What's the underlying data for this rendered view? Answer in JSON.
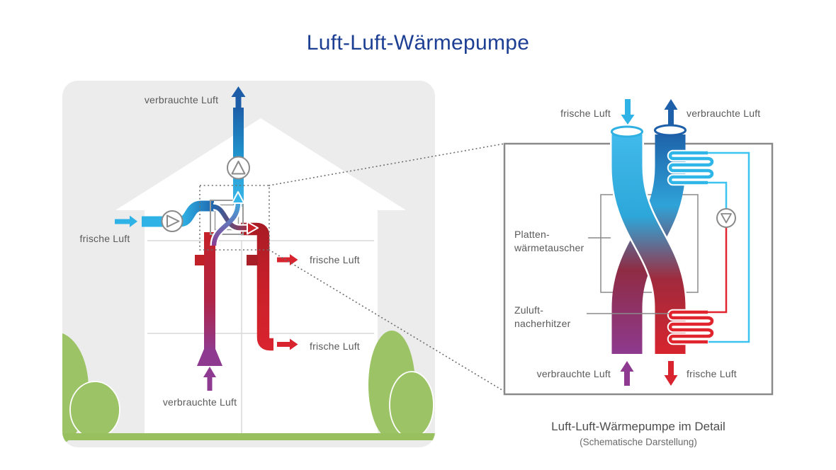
{
  "title": "Luft-Luft-Wärmepumpe",
  "house": {
    "label_exhaust_top": "verbrauchte Luft",
    "label_fresh_left": "frische Luft",
    "label_fresh_floor1": "frische Luft",
    "label_fresh_floor0": "frische Luft",
    "label_exhaust_bottom": "verbrauchte Luft"
  },
  "detail": {
    "label_fresh_top": "frische Luft",
    "label_exhaust_top": "verbrauchte Luft",
    "label_heat_exchanger_line1": "Platten-",
    "label_heat_exchanger_line2": "wärmetauscher",
    "label_reheater_line1": "Zuluft-",
    "label_reheater_line2": "nacherhitzer",
    "label_exhaust_bottom": "verbrauchte Luft",
    "label_fresh_bottom": "frische Luft",
    "caption": "Luft-Luft-Wärmepumpe im Detail",
    "caption_sub": "(Schematische Darstellung)"
  },
  "icons": {
    "fan_vertical": "fan-icon",
    "fan_horizontal": "fan-icon",
    "compressor": "pump-icon"
  },
  "colors": {
    "title_blue": "#1c3f94",
    "fresh_cyan": "#2fb3e6",
    "exhaust_blue": "#1d5fa8",
    "warm_red": "#d8242e",
    "dark_red": "#a81f28",
    "exhaust_purple": "#8e3a90",
    "bush_green": "#9cc466",
    "card_gray": "#ececec",
    "outline_gray": "#8a8a8a",
    "label_gray": "#5a5a5a"
  }
}
